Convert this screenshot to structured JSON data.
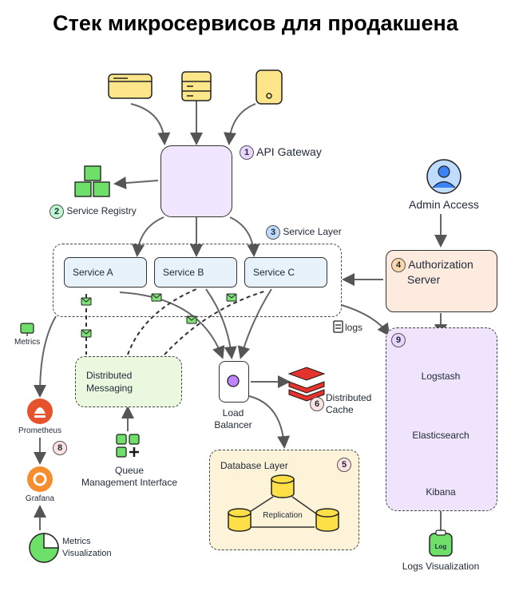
{
  "title": "Стек микросервисов для продакшена",
  "api_gateway": {
    "badge": "1",
    "label": "API Gateway"
  },
  "service_registry": {
    "badge": "2",
    "label": "Service Registry"
  },
  "service_layer": {
    "badge": "3",
    "label": "Service Layer",
    "services": [
      "Service A",
      "Service B",
      "Service C"
    ]
  },
  "authorization": {
    "badge": "4",
    "label_line1": "Authorization",
    "label_line2": "Server"
  },
  "admin_access": "Admin Access",
  "database_layer": {
    "badge": "5",
    "label": "Database Layer",
    "replication": "Replication"
  },
  "distributed_cache": {
    "badge": "6",
    "label_line1": "Distributed",
    "label_line2": "Cache"
  },
  "monitoring": {
    "badge": "8",
    "metrics": "Metrics",
    "prometheus": "Prometheus",
    "grafana": "Grafana",
    "viz_line1": "Metrics",
    "viz_line2": "Visualization"
  },
  "logging": {
    "badge": "9",
    "logs": "logs",
    "logstash": "Logstash",
    "elasticsearch": "Elasticsearch",
    "kibana": "Kibana",
    "log_icon_text": "Log",
    "viz": "Logs Visualization"
  },
  "messaging": {
    "label_line1": "Distributed",
    "label_line2": "Messaging",
    "qmi_line1": "Queue",
    "qmi_line2": "Management Interface"
  },
  "load_balancer": {
    "label_line1": "Load",
    "label_line2": "Balancer"
  },
  "colors": {
    "gateway": "#f1e6ff",
    "service": "#e8f2fb",
    "auth": "#fdebdf",
    "elk": "#efe4fb",
    "messaging": "#eaf8df",
    "database": "#fdf3d8",
    "green": "#2ecc40",
    "yellow": "#fde68a"
  }
}
